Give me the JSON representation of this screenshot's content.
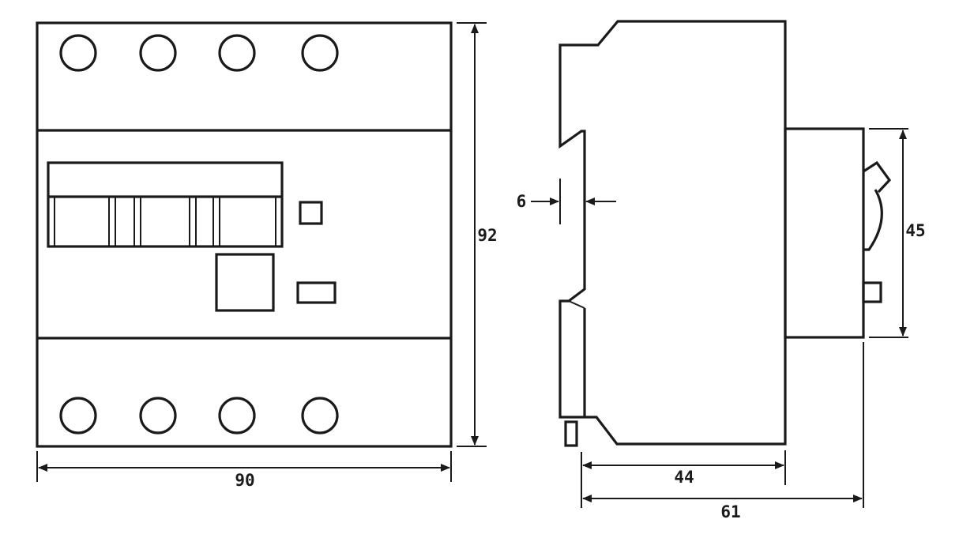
{
  "dimensions": {
    "width": "90",
    "height": "92",
    "depth_body": "44",
    "depth_total": "61",
    "front_height": "45",
    "rail_offset": "6"
  },
  "colors": {
    "stroke": "#1a1a1a",
    "background": "#ffffff"
  }
}
